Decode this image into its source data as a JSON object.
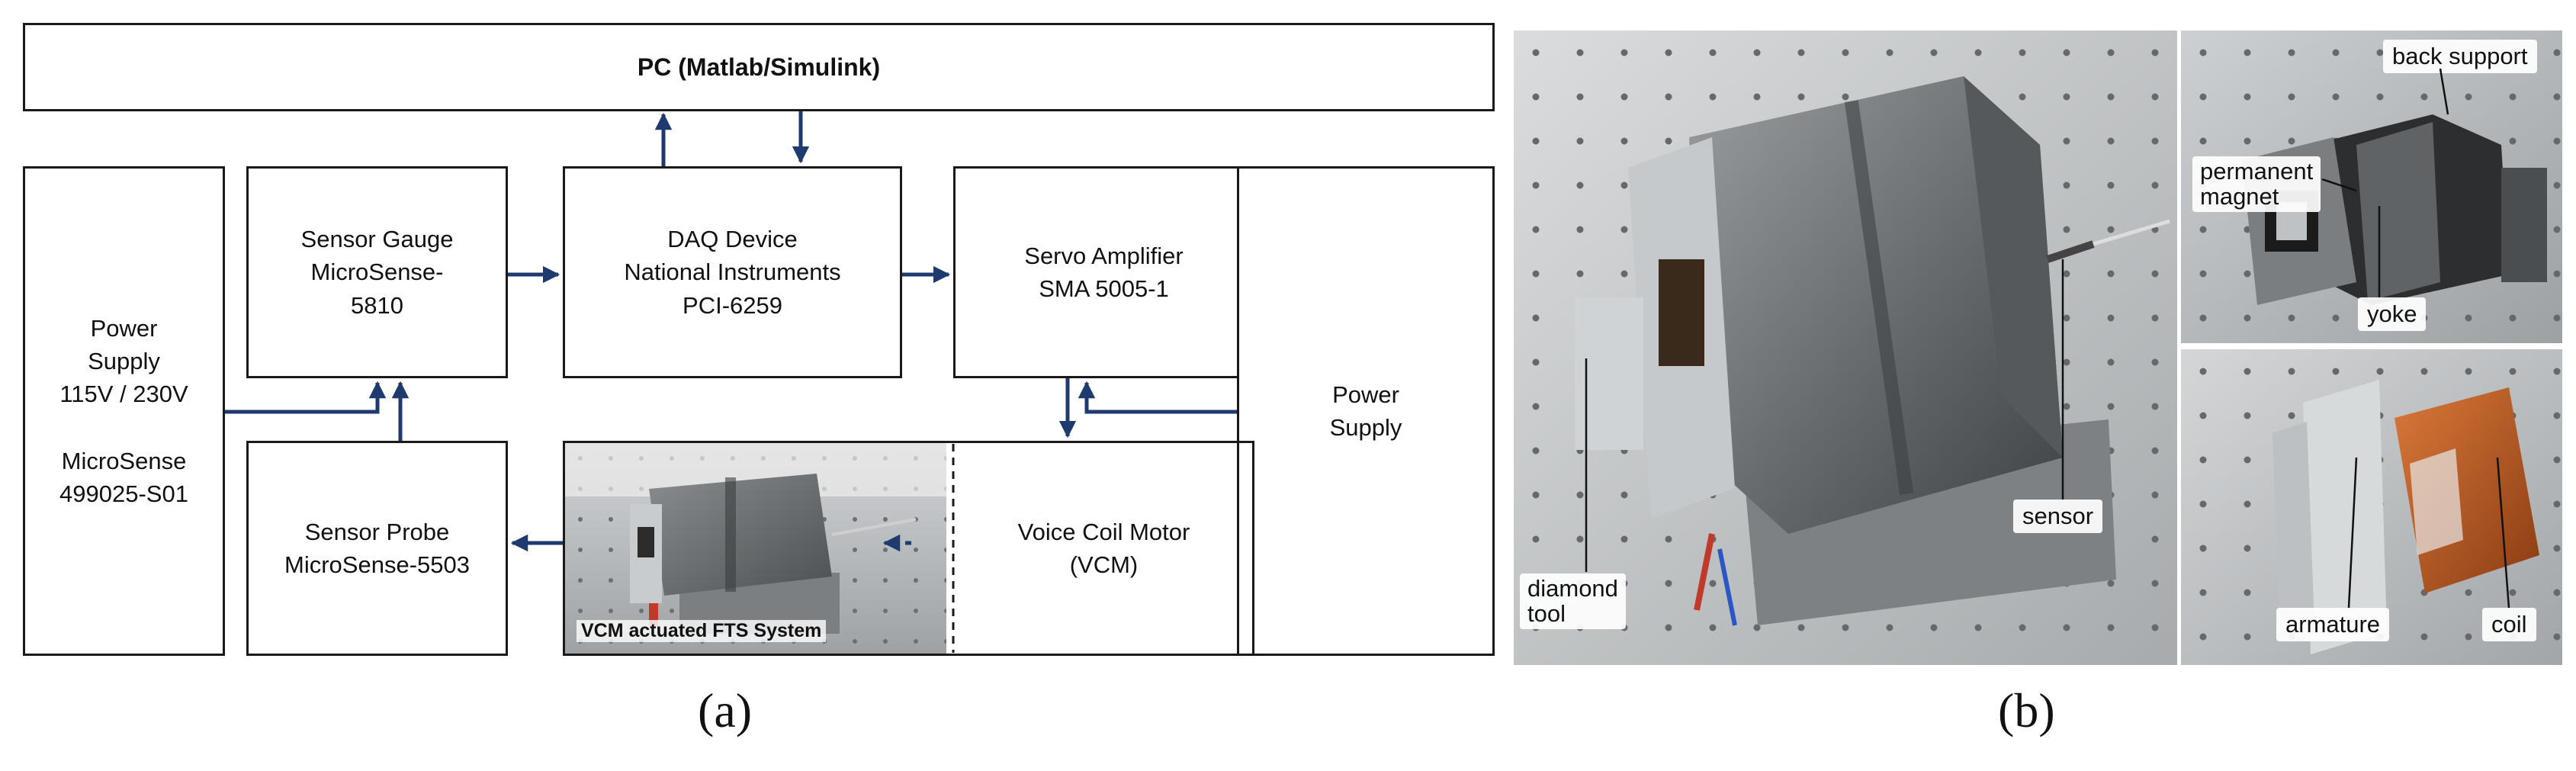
{
  "panel_a": {
    "label": "(a)",
    "pc": {
      "label": "PC (Matlab/Simulink)"
    },
    "power_supply_left": {
      "lines": [
        "Power",
        "Supply",
        "115V / 230V",
        "",
        "MicroSense",
        "499025-S01"
      ]
    },
    "sensor_gauge": {
      "lines": [
        "Sensor Gauge",
        "MicroSense-",
        "5810"
      ]
    },
    "sensor_probe": {
      "lines": [
        "Sensor Probe",
        "MicroSense-5503"
      ]
    },
    "daq_device": {
      "lines": [
        "DAQ Device",
        "National Instruments",
        "PCI-6259"
      ]
    },
    "servo_amplifier": {
      "lines": [
        "Servo Amplifier",
        "SMA 5005-1"
      ]
    },
    "voice_coil_motor": {
      "lines": [
        "Voice Coil Motor",
        "(VCM)"
      ]
    },
    "power_supply_right": {
      "lines": [
        "Power",
        "Supply"
      ]
    },
    "photo_caption": "VCM actuated FTS System",
    "arrow_color": "#1f3a6e"
  },
  "panel_b": {
    "label": "(b)",
    "tags": {
      "back_support": "back support",
      "permanent_magnet_line1": "permanent",
      "permanent_magnet_line2": "magnet",
      "yoke": "yoke",
      "sensor": "sensor",
      "diamond_tool_line1": "diamond",
      "diamond_tool_line2": "tool",
      "armature": "armature",
      "coil": "coil"
    }
  }
}
